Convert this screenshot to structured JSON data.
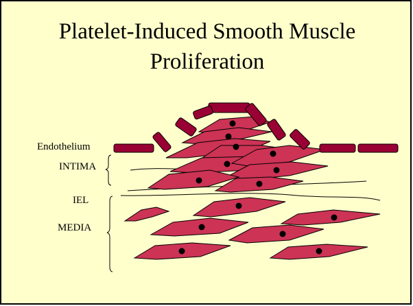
{
  "slide": {
    "title_line1": "Platelet-Induced Smooth Muscle",
    "title_line2": "Proliferation"
  },
  "labels": {
    "endothelium": "Endothelium",
    "intima": "INTIMA",
    "iel": "IEL",
    "media": "MEDIA"
  },
  "colors": {
    "background": "#ffffcc",
    "endothelial_cell": "#990033",
    "smooth_muscle_cell": "#cc3355",
    "nucleus": "#000000",
    "border": "#000000"
  }
}
